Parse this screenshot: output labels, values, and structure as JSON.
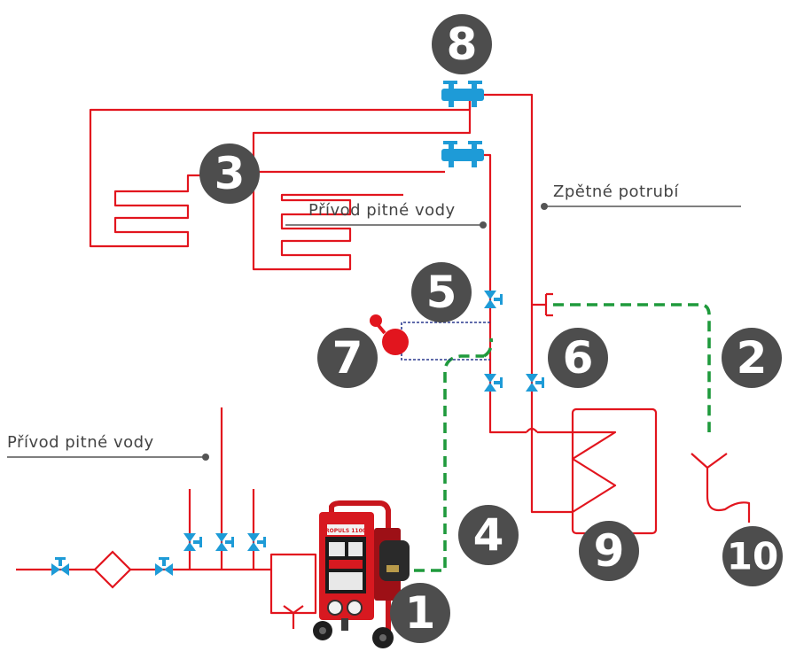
{
  "labels": {
    "supply_upper": "Přívod pitné vody",
    "supply_lower": "Přívod pitné vody",
    "return_pipe": "Zpětné potrubí",
    "unit_model": "ROPULS 1100"
  },
  "badges": [
    "1",
    "2",
    "3",
    "4",
    "5",
    "6",
    "7",
    "8",
    "9",
    "10"
  ],
  "colors": {
    "pipe": "#e2151e",
    "hose": "#1f9a3c",
    "valve": "#1e9bd7",
    "badge": "#4d4d4d",
    "bypass": "#2b3a8f"
  }
}
